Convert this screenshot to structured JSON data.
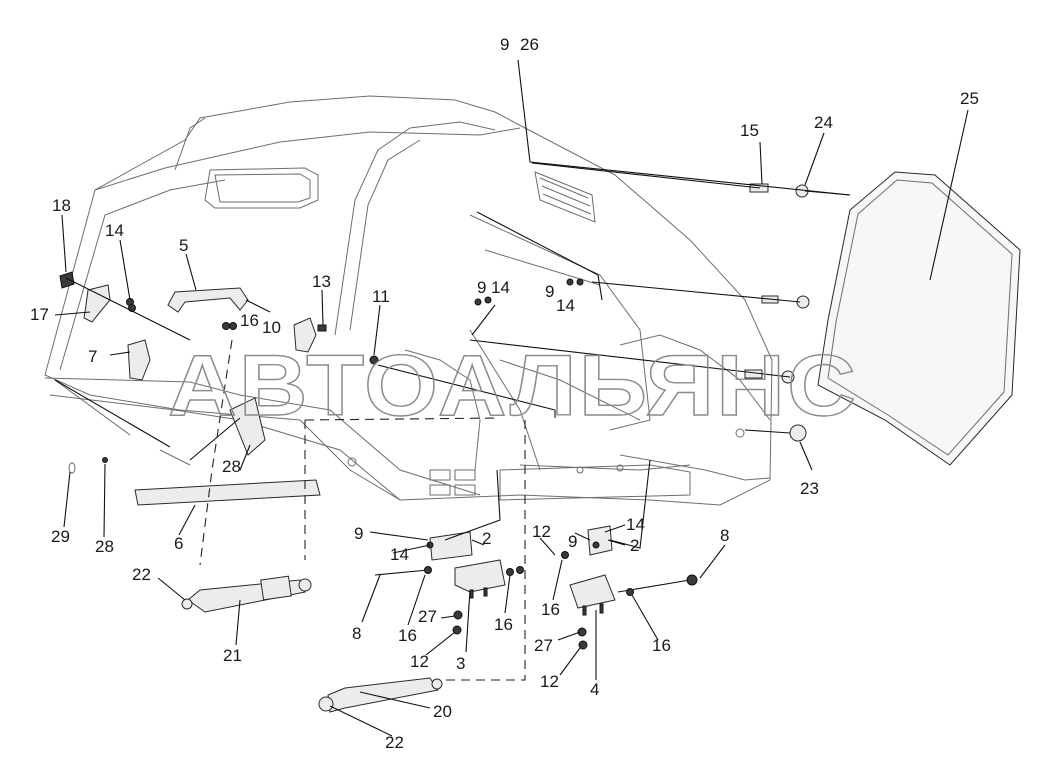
{
  "watermark": "АВТОАЛЬЯНС",
  "callouts": [
    {
      "id": "9_top",
      "text": "9"
    },
    {
      "id": "26",
      "text": "26"
    },
    {
      "id": "25",
      "text": "25"
    },
    {
      "id": "15",
      "text": "15"
    },
    {
      "id": "24",
      "text": "24"
    },
    {
      "id": "18",
      "text": "18"
    },
    {
      "id": "14_a",
      "text": "14"
    },
    {
      "id": "5",
      "text": "5"
    },
    {
      "id": "13",
      "text": "13"
    },
    {
      "id": "11",
      "text": "11"
    },
    {
      "id": "9_mid",
      "text": "9"
    },
    {
      "id": "14_mid",
      "text": "14"
    },
    {
      "id": "9_right",
      "text": "9"
    },
    {
      "id": "14_right",
      "text": "14"
    },
    {
      "id": "17",
      "text": "17"
    },
    {
      "id": "16_top",
      "text": "16"
    },
    {
      "id": "10",
      "text": "10"
    },
    {
      "id": "7",
      "text": "7"
    },
    {
      "id": "28_a",
      "text": "28"
    },
    {
      "id": "23",
      "text": "23"
    },
    {
      "id": "29",
      "text": "29"
    },
    {
      "id": "28_b",
      "text": "28"
    },
    {
      "id": "6",
      "text": "6"
    },
    {
      "id": "9_l",
      "text": "9"
    },
    {
      "id": "2_l",
      "text": "2"
    },
    {
      "id": "14_l",
      "text": "14"
    },
    {
      "id": "12_l",
      "text": "12"
    },
    {
      "id": "9_r",
      "text": "9"
    },
    {
      "id": "14_r",
      "text": "14"
    },
    {
      "id": "2_r",
      "text": "2"
    },
    {
      "id": "8_r",
      "text": "8"
    },
    {
      "id": "22_top",
      "text": "22"
    },
    {
      "id": "8_l",
      "text": "8"
    },
    {
      "id": "16_l",
      "text": "16"
    },
    {
      "id": "27_l",
      "text": "27"
    },
    {
      "id": "16_mid",
      "text": "16"
    },
    {
      "id": "16_r",
      "text": "16"
    },
    {
      "id": "16_far",
      "text": "16"
    },
    {
      "id": "27_r",
      "text": "27"
    },
    {
      "id": "21",
      "text": "21"
    },
    {
      "id": "12_bl",
      "text": "12"
    },
    {
      "id": "3",
      "text": "3"
    },
    {
      "id": "12_br",
      "text": "12"
    },
    {
      "id": "4",
      "text": "4"
    },
    {
      "id": "20",
      "text": "20"
    },
    {
      "id": "22_bot",
      "text": "22"
    }
  ]
}
